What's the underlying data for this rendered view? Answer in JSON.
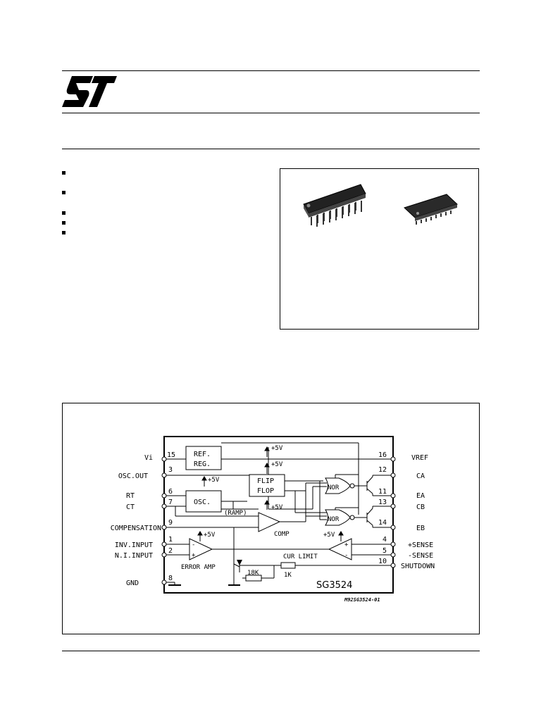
{
  "header": {
    "logo_name": "st-logo"
  },
  "features": {
    "bullet_count": 5
  },
  "diagram": {
    "left_pins": [
      {
        "label": "Vi",
        "number": "15"
      },
      {
        "label": "OSC.OUT",
        "number": "3"
      },
      {
        "label": "RT",
        "number": "6"
      },
      {
        "label": "CT",
        "number": "7"
      },
      {
        "label": "COMPENSATION",
        "number": "9"
      },
      {
        "label": "INV.INPUT",
        "number": "1"
      },
      {
        "label": "N.I.INPUT",
        "number": "2"
      },
      {
        "label": "GND",
        "number": "8"
      }
    ],
    "right_pins": [
      {
        "label": "VREF",
        "number": "16"
      },
      {
        "label": "CA",
        "number": "12"
      },
      {
        "label": "EA",
        "number": "11"
      },
      {
        "label": "CB",
        "number": "13"
      },
      {
        "label": "EB",
        "number": "14"
      },
      {
        "label": "+SENSE",
        "number": "4"
      },
      {
        "label": "-SENSE",
        "number": "5"
      },
      {
        "label": "SHUTDOWN",
        "number": "10"
      }
    ],
    "blocks": {
      "ref_line1": "REF.",
      "ref_line2": "REG.",
      "flip_line1": "FLIP",
      "flip_line2": "FLOP",
      "osc": "OSC.",
      "ramp": "(RAMP)",
      "comp": "COMP",
      "nor_top": "NOR",
      "nor_bottom": "NOR",
      "error_amp": "ERROR AMP",
      "cur_limit": "CUR LIMIT",
      "res_18k": "18K",
      "res_1k": "1K",
      "plus5v_1": "+5V",
      "plus5v_2": "+5V",
      "plus5v_3": "+5V",
      "plus5v_4": "+5V",
      "plus5v_5": "+5V",
      "plus5v_6": "+5V",
      "part_number": "SG3524",
      "figure_code": "M92SG3524-01"
    }
  }
}
